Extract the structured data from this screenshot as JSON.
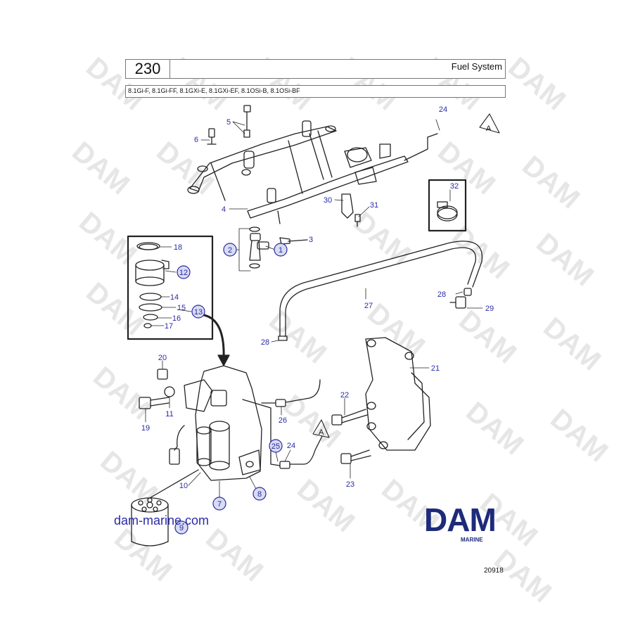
{
  "header": {
    "section_number": "230",
    "title": "Fuel System",
    "models": "8.1Gi-F, 8.1Gi-FF, 8.1GXi-E, 8.1GXi-EF, 8.1OSi-B, 8.1OSi-BF"
  },
  "callouts": {
    "c1": "1",
    "c2": "2",
    "c3": "3",
    "c4": "4",
    "c5": "5",
    "c6": "6",
    "c7": "7",
    "c8": "8",
    "c9": "9",
    "c10": "10",
    "c11": "11",
    "c12": "12",
    "c13": "13",
    "c14": "14",
    "c15": "15",
    "c16": "16",
    "c17": "17",
    "c18": "18",
    "c19": "19",
    "c20": "20",
    "c21": "21",
    "c22": "22",
    "c23": "23",
    "c24a": "24",
    "c24b": "24",
    "c25": "25",
    "c26": "26",
    "c27": "27",
    "c28a": "28",
    "c28b": "28",
    "c29": "29",
    "c30": "30",
    "c31": "31",
    "c32": "32"
  },
  "connector_mark": "A",
  "watermark": "DAM",
  "footer": {
    "website": "dam-marine.com",
    "logo": "DAM",
    "logo_sub": "MARINE",
    "drawing_number": "20918"
  },
  "colors": {
    "callout_blue": "#2a2aa8",
    "callout_fill": "#d8dcf0",
    "logo_blue": "#1e2a7a",
    "watermark_gray": "#e4e4e4",
    "line": "#222222"
  }
}
